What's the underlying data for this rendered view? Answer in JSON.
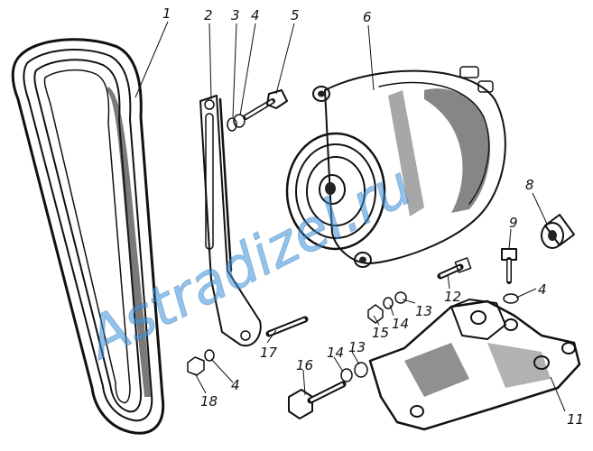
{
  "figure": {
    "watermark": "Astradizel.ru",
    "callouts": [
      "1",
      "2",
      "3",
      "4",
      "5",
      "6",
      "8",
      "9",
      "4",
      "12",
      "13",
      "14",
      "15",
      "17",
      "14",
      "13",
      "16",
      "4",
      "18",
      "11"
    ]
  }
}
